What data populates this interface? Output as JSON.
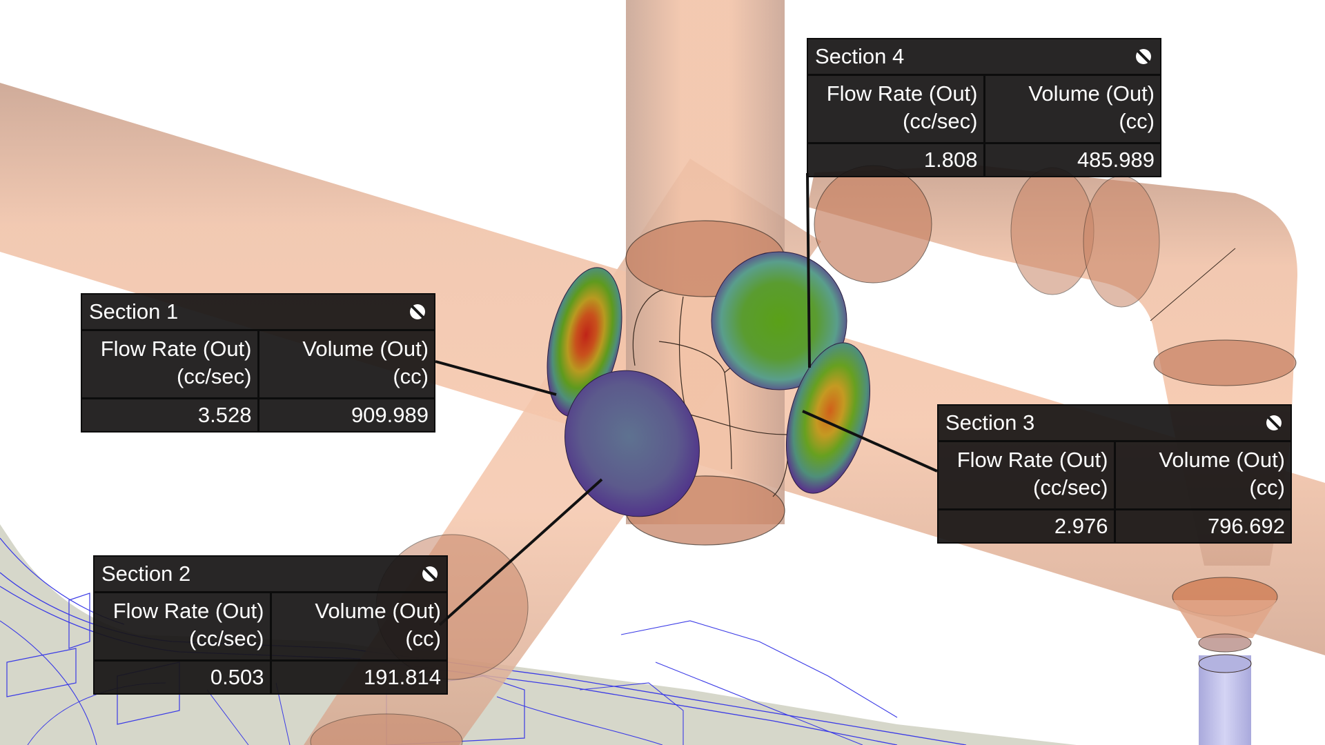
{
  "viewport": {
    "background": "#ffffff",
    "pipe_color": "#f3c4aa",
    "pipe_shade": "#cfa089",
    "cap_color": "#c98766",
    "wireframe_color": "#2a2ae0",
    "part_fill": "#cfd0bf",
    "nozzle_color": "#c8c8ee"
  },
  "sections": [
    {
      "title": "Section 1",
      "col1_label": "Flow Rate (Out)",
      "col1_unit": "(cc/sec)",
      "col2_label": "Volume (Out)",
      "col2_unit": "(cc)",
      "flow_rate": "3.528",
      "volume": "909.989",
      "icon": "hide-icon"
    },
    {
      "title": "Section 2",
      "col1_label": "Flow Rate (Out)",
      "col1_unit": "(cc/sec)",
      "col2_label": "Volume (Out)",
      "col2_unit": "(cc)",
      "flow_rate": "0.503",
      "volume": "191.814",
      "icon": "hide-icon"
    },
    {
      "title": "Section 3",
      "col1_label": "Flow Rate (Out)",
      "col1_unit": "(cc/sec)",
      "col2_label": "Volume (Out)",
      "col2_unit": "(cc)",
      "flow_rate": "2.976",
      "volume": "796.692",
      "icon": "hide-icon"
    },
    {
      "title": "Section 4",
      "col1_label": "Flow Rate (Out)",
      "col1_unit": "(cc/sec)",
      "col2_label": "Volume (Out)",
      "col2_unit": "(cc)",
      "flow_rate": "1.808",
      "volume": "485.989",
      "icon": "hide-icon"
    }
  ]
}
